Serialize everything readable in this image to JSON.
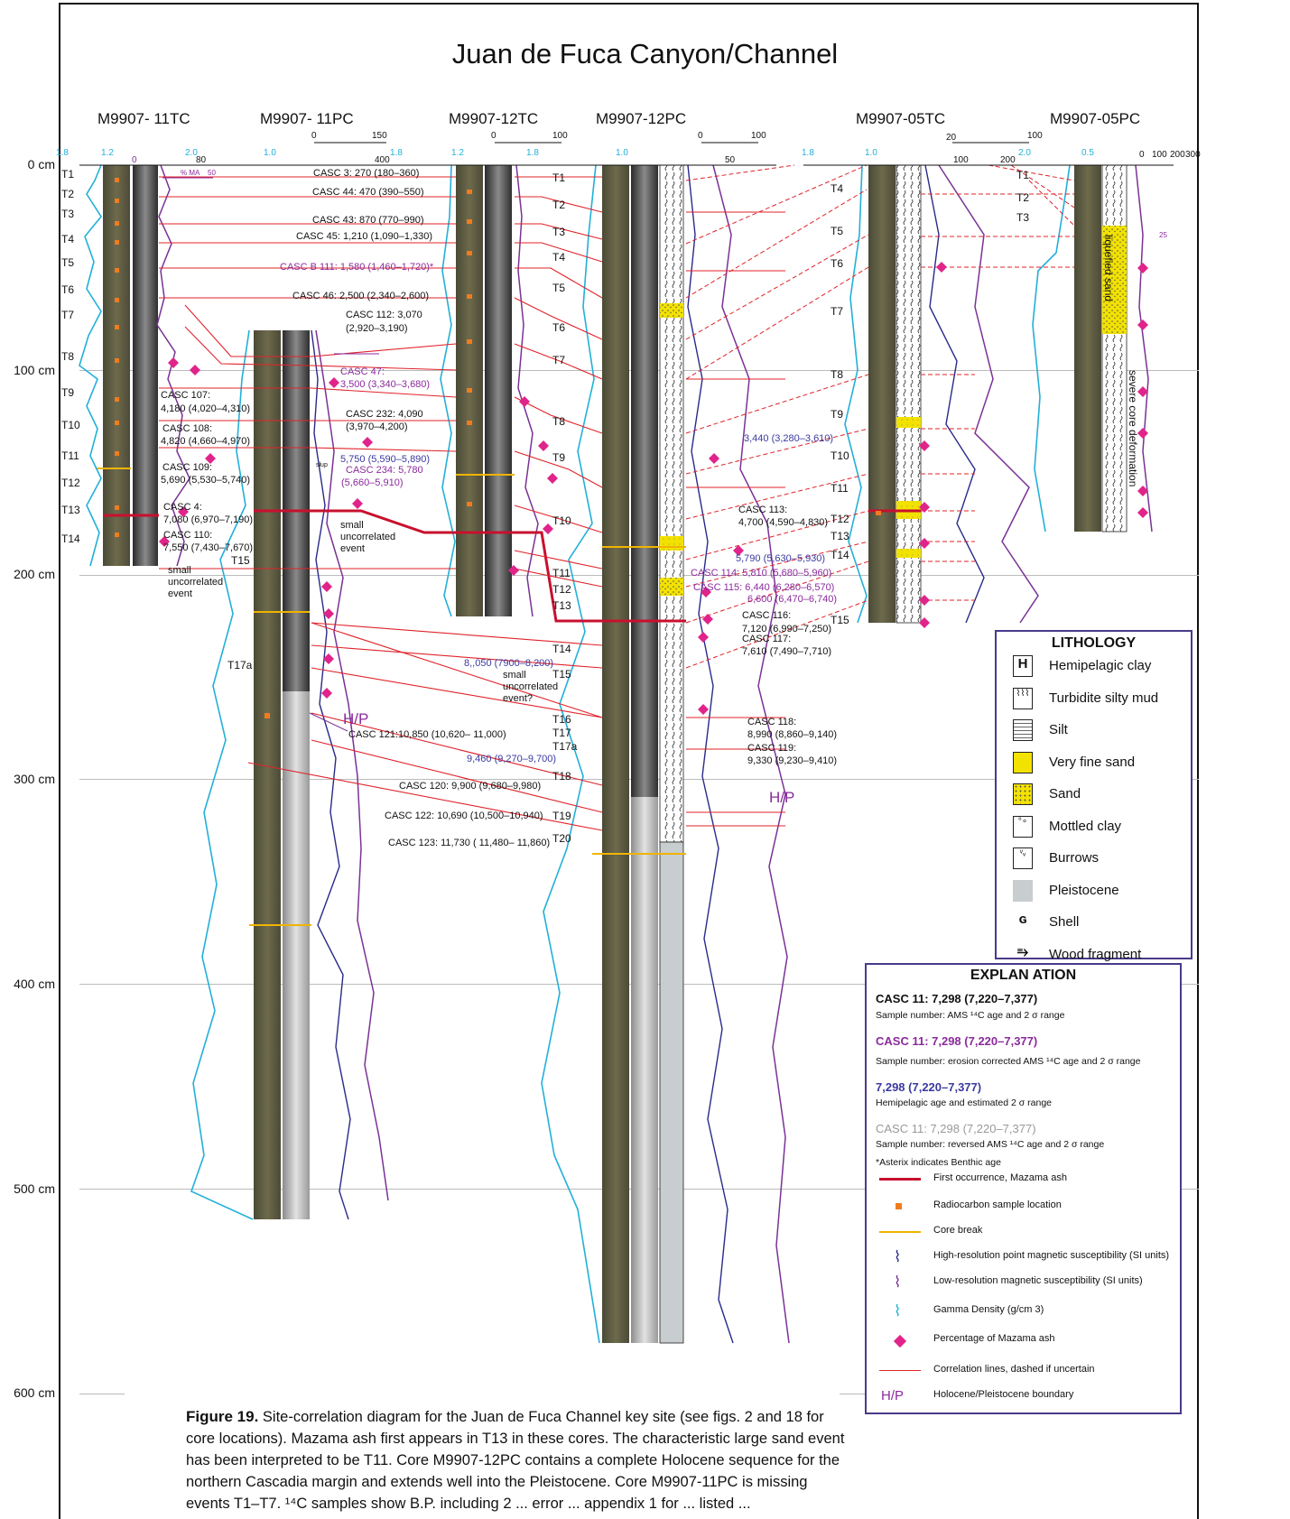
{
  "title": "Juan de Fuca Canyon/Channel",
  "cores": [
    {
      "name": "M9907- 11TC"
    },
    {
      "name": "M9907- 11PC"
    },
    {
      "name": "M9907-12TC"
    },
    {
      "name": "M9907-12PC"
    },
    {
      "name": "M9907-05TC"
    },
    {
      "name": "M9907-05PC"
    }
  ],
  "depths": [
    "0 cm",
    "100 cm",
    "200 cm",
    "300 cm",
    "400 cm",
    "500 cm",
    "600 cm"
  ],
  "scale_ticks": {
    "gamma_a": [
      "1.8",
      "1.2",
      "2.0"
    ],
    "ms_a": [
      "0",
      "80"
    ],
    "pct": "% MA",
    "pct_max": "50",
    "gamma_b": [
      "1.0"
    ],
    "ms_b": [
      "0",
      "150",
      "400"
    ],
    "gamma_c": [
      "1.8",
      "1.2",
      "1.8"
    ],
    "ms_c": [
      "0",
      "100"
    ],
    "gamma_d": [
      "1.0"
    ],
    "ms_d": [
      "0",
      "50",
      "100"
    ],
    "gamma_e": [
      "1.8",
      "1.0",
      "2.0"
    ],
    "ms_e": [
      "20",
      "100",
      "200",
      "100"
    ],
    "gamma_f": [
      "0.5"
    ],
    "ms_f": [
      "0",
      "100",
      "200",
      "300"
    ],
    "pct_f": "25"
  },
  "events_11tc": [
    "T1",
    "T2",
    "T3",
    "T4",
    "T5",
    "T6",
    "T7",
    "T8",
    "T9",
    "T10",
    "T11",
    "T12",
    "T13",
    "T14"
  ],
  "events_12tc": [
    "T1",
    "T2",
    "T3",
    "T4",
    "T5",
    "T6",
    "T7",
    "T8",
    "T9",
    "T10",
    "T11",
    "T12",
    "T13",
    "T14",
    "T15",
    "T16",
    "T17",
    "T17a",
    "T18",
    "T19",
    "T20"
  ],
  "events_05tc": [
    "T4",
    "T5",
    "T6",
    "T7",
    "T8",
    "T9",
    "T10",
    "T11",
    "T12",
    "T13",
    "T14",
    "T15"
  ],
  "events_05pc": [
    "T1",
    "T2",
    "T3"
  ],
  "t15_11pc": "T15",
  "t17a_11pc": "T17a",
  "ages_black": [
    "CASC 3: 270 (180–360)",
    "CASC 44: 470 (390–550)",
    "CASC 43: 870 (770–990)",
    "CASC 45: 1,210 (1,090–1,330)",
    "CASC 46:  2,500 (2,340–2,600)",
    "CASC  112: 3,070",
    "(2,920–3,190)",
    "CASC 107:",
    "4,180 (4,020–4,310)",
    "CASC  108:",
    "4,820 (4,660–4,970)",
    "CASC 109:",
    "5,690 (5,530–5,740)",
    "CASC 4:",
    "7,080 (6,970–7,190)",
    "CASC  110:",
    "7,550 (7,430–7,670)",
    "CASC 232: 4,090",
    "(3,970–4,200)",
    "CASC 113:",
    "4,700 (4,590–4,830)",
    "CASC  116:",
    "7,120 (6,990–7,250)",
    "CASC  117:",
    "7,610 (7,490–7,710)",
    "CASC 118:",
    "8,990 (8,860–9,140)",
    "CASC  119:",
    "9,330 (9,230–9,410)",
    "CASC 121:10,850 (10,620–   11,000)",
    "CASC 120:  9,900 (9,680–9,980)",
    "CASC 122:  10,690 (10,500–10,940)",
    "CASC 123:   11,730 ( 11,480– 11,860)"
  ],
  "ages_purple": [
    "CASC B 111: 1,580 (1,460–1,720)*",
    "CASC 47:",
    "3,500 (3,340–3,680)",
    "CASC 234: 5,780",
    "(5,660–5,910)",
    "CASC  114:  5,810 (5,680–5,960)",
    "CASC  115:  6,440 (6,280–6,570)",
    "6,600 (6,470–6,740)"
  ],
  "ages_blue": [
    "5,750 (5,590–5,890)",
    "3,440 (3,280–3,610)",
    "5,790 (5,630–5,930)",
    "8,,050 (7900–8,200)",
    "9,460 (9,270–9,700)"
  ],
  "notes": {
    "small1": "small",
    "small1b": "uncorrelated",
    "small1c": "event",
    "small2": "small",
    "small2b": "uncorrelated",
    "small2c": "event",
    "small3": "small",
    "small3b": "uncorrelated",
    "small3c": "event?",
    "liquefied": "liquefied sand",
    "severe": "severe core deformation",
    "slump": "slup",
    "hp": "H/P"
  },
  "lithology": {
    "title": "LITHOLOGY",
    "items": [
      {
        "label": "Hemipelagic clay",
        "icon": "H"
      },
      {
        "label": "Turbidite silty mud",
        "icon": "turbidite"
      },
      {
        "label": "Silt",
        "icon": "silt"
      },
      {
        "label": "Very fine sand",
        "icon": "vfsand"
      },
      {
        "label": "Sand",
        "icon": "sand"
      },
      {
        "label": "Mottled clay",
        "icon": "mottled"
      },
      {
        "label": "Burrows",
        "icon": "burrows"
      },
      {
        "label": "Pleistocene",
        "icon": "pleistocene"
      },
      {
        "label": "Shell",
        "icon": "G"
      },
      {
        "label": "Wood fragment",
        "icon": "wood"
      }
    ]
  },
  "explanation": {
    "title": "EXPLAN ATION",
    "e1_title": "CASC 11: 7,298 (7,220–7,377)",
    "e1_desc": "Sample number:  AMS  ¹⁴C age and 2  σ range",
    "e2_title": "CASC 11: 7,298 (7,220–7,377)",
    "e2_desc": "Sample number: erosion corrected    AMS  ¹⁴C age and 2  σ range",
    "e3_title": "7,298 (7,220–7,377)",
    "e3_desc": "Hemipelagic age and estimated 2    σ range",
    "e4_title": "CASC 11: 7,298 (7,220–7,377)",
    "e4_desc": "Sample number: reversed    AMS  ¹⁴C age and 2  σ range",
    "e5": "*Asterix indicates Benthic age",
    "items": [
      "First occurrence, Mazama ash",
      "Radiocarbon sample location",
      "Core break",
      "High-resolution point magnetic susceptibility (SI units)",
      "Low-resolution magnetic susceptibility (SI units)",
      "Gamma Density (g/cm  3)",
      "Percentage of Mazama ash",
      "Correlation lines, dashed if uncertain",
      "Holocene/Pleistocene boundary"
    ],
    "hp_symbol": "H/P"
  },
  "caption": {
    "label": "Figure 19.",
    "text": "    Site-correlation diagram for the Juan de Fuca Channel key site (see figs. 2 and 18 for core locations).    Mazama ash first appears in T13 in these cores. The characteristic large sand event has been interpreted to be T11. Core M9907-12PC contains a complete Holocene sequence for the northern Cascadia margin and extends well into the Pleistocene. Core M9907-11PC is missing events T1–T7. ¹⁴C samples show B.P. including 2 ... error ... appendix 1 for ... listed ..."
  },
  "colors": {
    "correlation": "#e0232a",
    "mazama": "#c8102e",
    "gamma": "#22b0d8",
    "ms_hi": "#2a2a8a",
    "ms_lo": "#7a3296",
    "pct": "#e0248a",
    "core_break": "#f0b400",
    "sample": "#f07c1e",
    "sand": "#f2e200",
    "purple_text": "#8b2a9c",
    "blue_text": "#3a3aa0",
    "frame": "#4a3a8a"
  }
}
